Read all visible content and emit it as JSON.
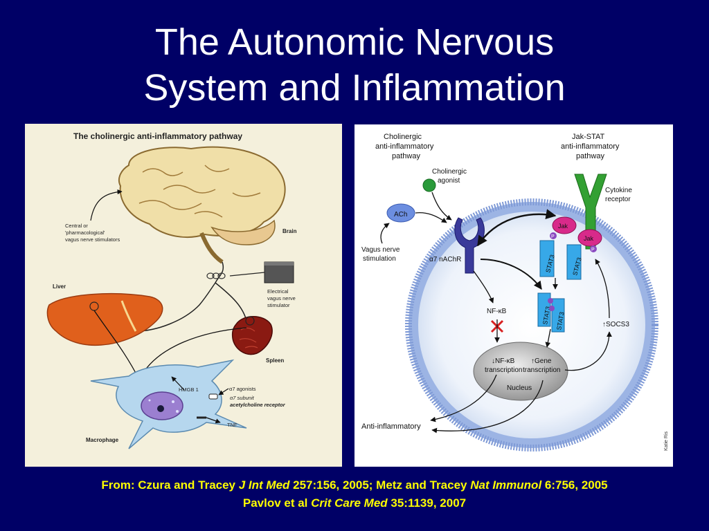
{
  "slide": {
    "title_line1": "The Autonomic Nervous",
    "title_line2": "System and Inflammation"
  },
  "left_figure": {
    "heading": "The cholinergic anti-inflammatory pathway",
    "labels": {
      "central_1": "Central or",
      "central_2": "'pharmacological'",
      "central_3": "vagus nerve stimulators",
      "brain": "Brain",
      "liver": "Liver",
      "elec_1": "Electrical",
      "elec_2": "vagus nerve",
      "elec_3": "stimulator",
      "spleen": "Spleen",
      "hmgb": "HMGB 1",
      "a7_agonists": "α7 agonists",
      "a7_sub_1": "α7 subunit",
      "a7_sub_2": "acetylcholine receptor",
      "tnf": "TNF",
      "macrophage": "Macrophage"
    }
  },
  "right_figure": {
    "labels": {
      "chol_1": "Cholinergic",
      "chol_2": "anti-inflammatory",
      "chol_3": "pathway",
      "jak_1": "Jak-STAT",
      "jak_2": "anti-inflammatory",
      "jak_3": "pathway",
      "agonist_1": "Cholinergic",
      "agonist_2": "agonist",
      "ach": "ACh",
      "cyto_1": "Cytokine",
      "cyto_2": "receptor",
      "jak_a": "Jak",
      "jak_b": "Jak",
      "vagus_1": "Vagus nerve",
      "vagus_2": "stimulation",
      "a7": "α7 nAChR",
      "stat3": "STAT3",
      "p": "P",
      "nfkb": "NF-κB",
      "socs3": "↑SOCS3",
      "nfkb_tx_1": "↓NF-κB",
      "nfkb_tx_2": "transcription",
      "gene_tx_1": "↑Gene",
      "gene_tx_2": "transcription",
      "nucleus": "Nucleus",
      "anti": "Anti-inflammatory",
      "credit": "Katie Ris"
    }
  },
  "citations": {
    "line1": {
      "a": "From: Czura and Tracey ",
      "b": "J Int Med",
      "c": " 257:156, 2005; Metz and Tracey ",
      "d": "Nat Immunol",
      "e": " 6:756, 2005"
    },
    "line2": {
      "a": "Pavlov et al ",
      "b": "Crit Care Med",
      "c": " 35:1139, 2007"
    }
  }
}
